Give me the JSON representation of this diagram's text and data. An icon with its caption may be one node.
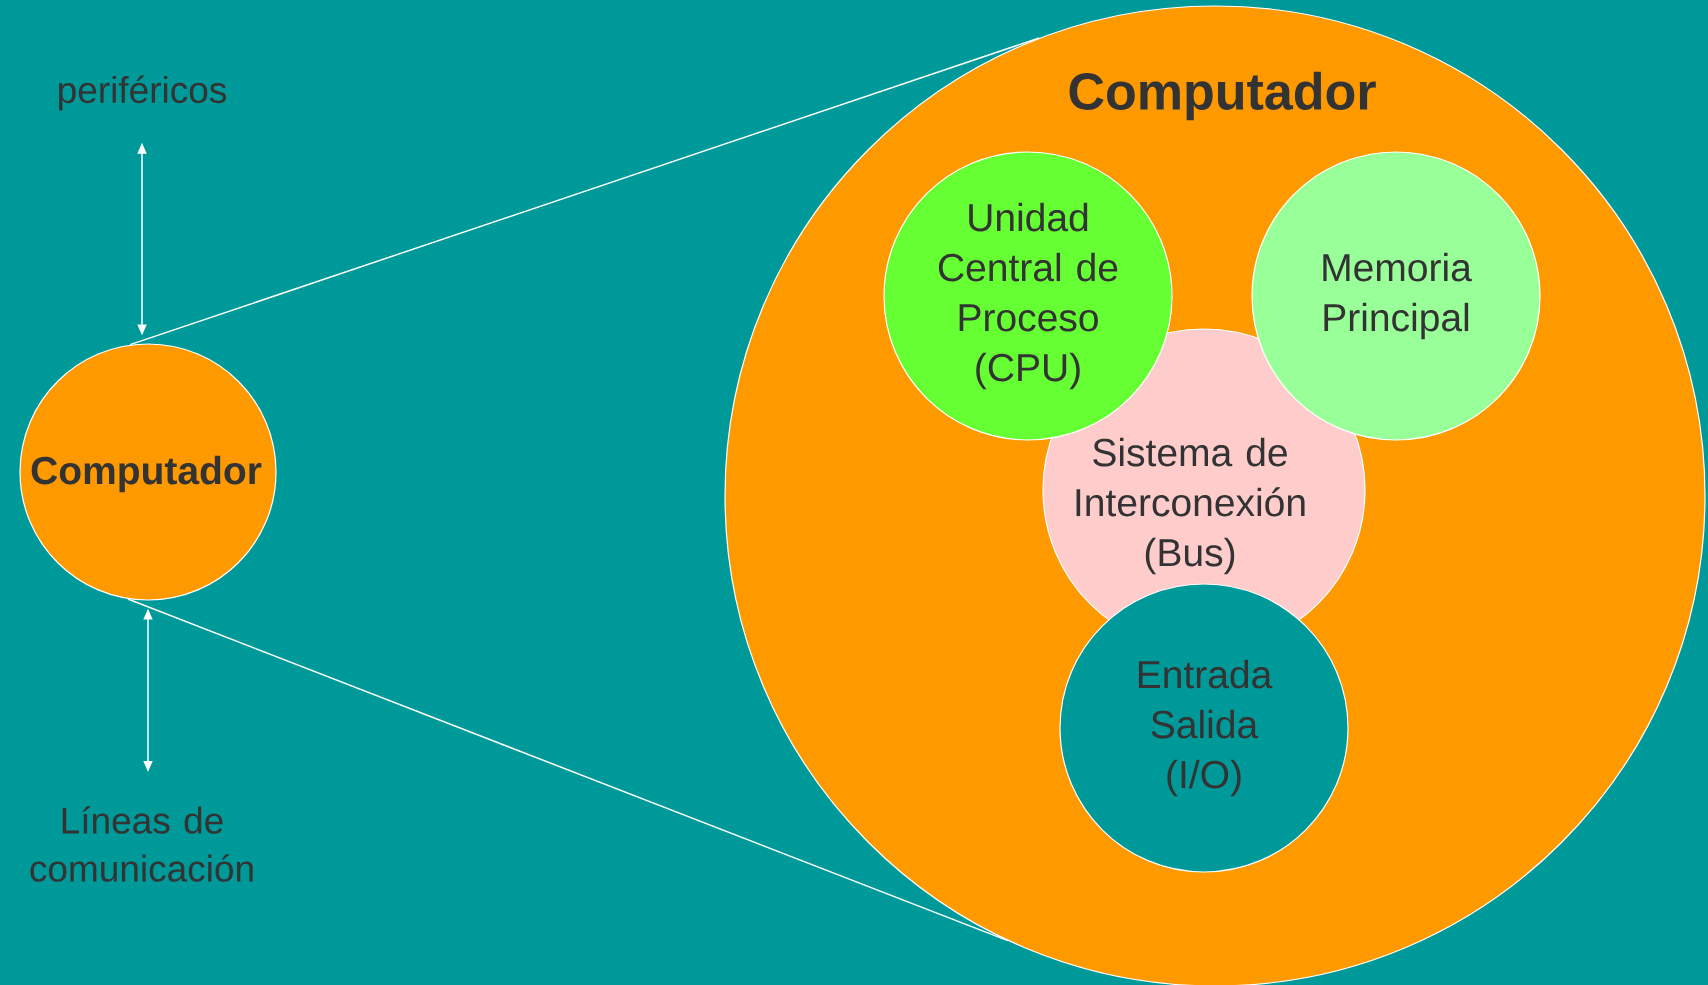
{
  "diagram": {
    "nodes": [
      {
        "text": [
          "periféricos"
        ]
      },
      {
        "text": [
          "Computador"
        ]
      },
      {
        "text": [
          "Líneas de comunicación"
        ]
      },
      {
        "text": [
          "Computador"
        ]
      },
      {
        "text": [
          "Unidad Central de Proceso (CPU)"
        ],
        "in": 3
      },
      {
        "text": [
          "Memoria Principal"
        ],
        "in": 3
      },
      {
        "text": [
          "Sistema de Interconexión (Bus)"
        ],
        "in": 3
      },
      {
        "text": [
          "Entrada Salida (I/O)"
        ],
        "in": 3
      }
    ],
    "edges": [
      {
        "from": 0,
        "to": 1,
        "arrow": "both"
      },
      {
        "from": 1,
        "to": 2,
        "arrow": "both"
      },
      {
        "from": 1,
        "to": 3,
        "arrow": "none"
      },
      {
        "from": 1,
        "to": 3,
        "arrow": "none"
      }
    ]
  }
}
